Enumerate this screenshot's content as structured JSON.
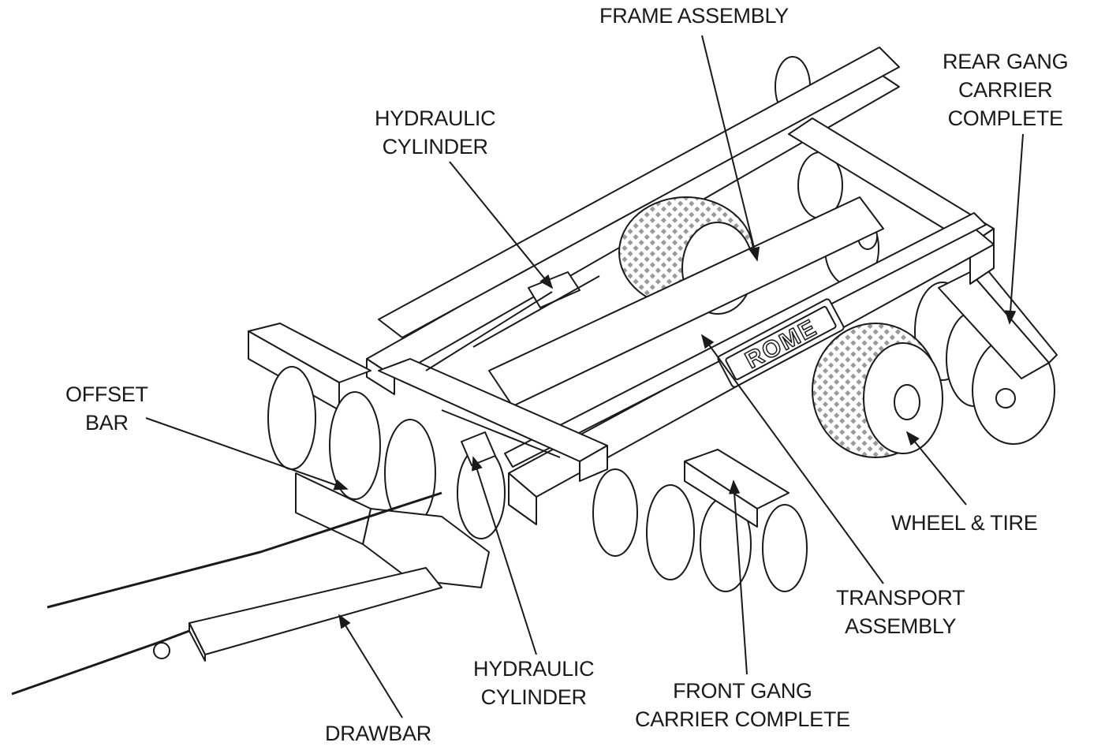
{
  "diagram": {
    "labels": {
      "frame_assembly": [
        "FRAME ASSEMBLY"
      ],
      "rear_gang_carrier": [
        "REAR GANG",
        "CARRIER",
        "COMPLETE"
      ],
      "hydraulic_cylinder_upper": [
        "HYDRAULIC",
        "CYLINDER"
      ],
      "offset_bar": [
        "OFFSET",
        "BAR"
      ],
      "wheel_tire": [
        "WHEEL & TIRE"
      ],
      "transport_assembly": [
        "TRANSPORT",
        "ASSEMBLY"
      ],
      "hydraulic_cylinder_lower": [
        "HYDRAULIC",
        "CYLINDER"
      ],
      "front_gang_carrier": [
        "FRONT GANG",
        "CARRIER COMPLETE"
      ],
      "drawbar": [
        "DRAWBAR"
      ]
    },
    "brand_plate": "ROME",
    "colors": {
      "line": "#1a1a1a",
      "background": "#ffffff",
      "tread": "#9a9a9a"
    }
  }
}
